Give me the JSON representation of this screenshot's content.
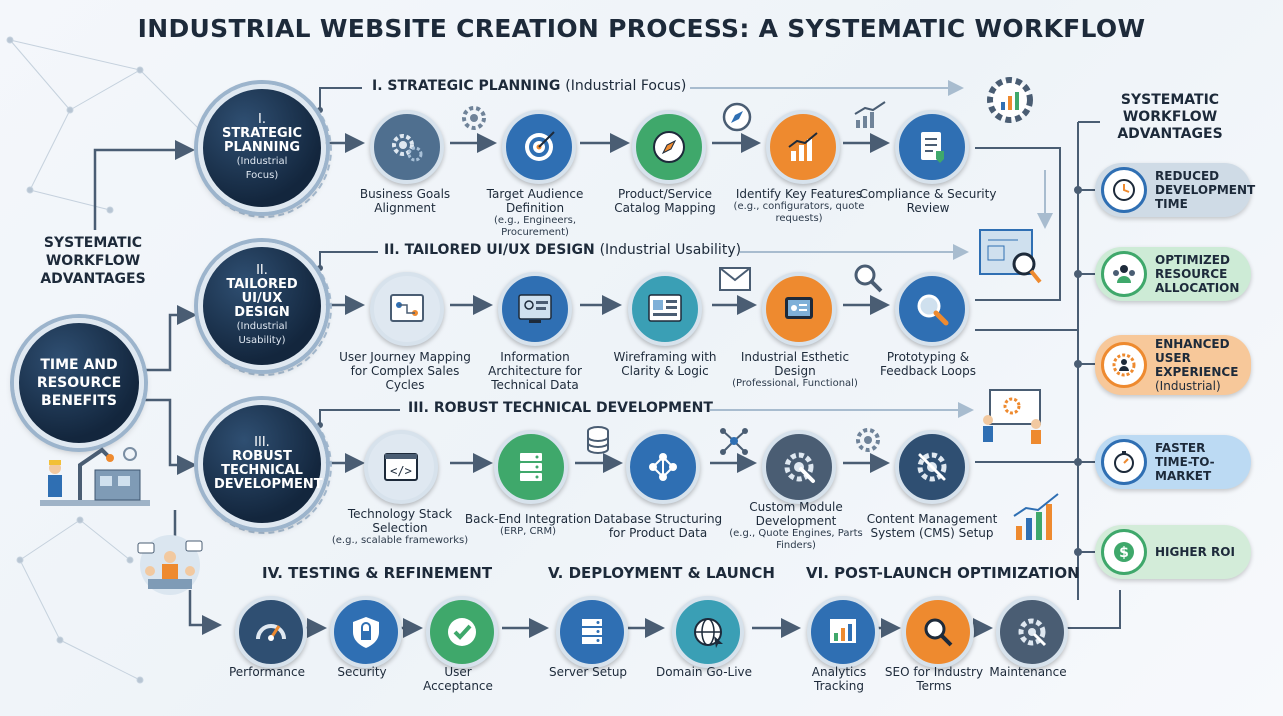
{
  "title": "INDUSTRIAL WEBSITE CREATION PROCESS: A SYSTEMATIC WORKFLOW",
  "left_panel": {
    "advantages_label": "SYSTEMATIC WORKFLOW ADVANTAGES",
    "time_resource": "TIME AND RESOURCE BENEFITS"
  },
  "phases": [
    {
      "num": "I.",
      "name": "STRATEGIC PLANNING",
      "sub": "(Industrial Focus)",
      "header_bold": "I. STRATEGIC PLANNING",
      "header_light": "(Industrial Focus)",
      "steps": [
        {
          "label": "Business Goals Alignment",
          "note": "",
          "icon": "gears-icon"
        },
        {
          "label": "Target Audience Definition",
          "note": "(e.g., Engineers, Procurement)",
          "icon": "target-icon"
        },
        {
          "label": "Product/Service Catalog Mapping",
          "note": "",
          "icon": "compass-icon"
        },
        {
          "label": "Identify Key Features",
          "note": "(e.g., configurators, quote requests)",
          "icon": "bar-chart-icon"
        },
        {
          "label": "Compliance & Security Review",
          "note": "",
          "icon": "checklist-icon"
        }
      ]
    },
    {
      "num": "II.",
      "name": "TAILORED UI/UX DESIGN",
      "sub": "(Industrial Usability)",
      "header_bold": "II. TAILORED UI/UX DESIGN",
      "header_light": "(Industrial Usability)",
      "steps": [
        {
          "label": "User Journey Mapping for Complex Sales Cycles",
          "note": "",
          "icon": "journey-icon"
        },
        {
          "label": "Information Architecture for Technical Data",
          "note": "",
          "icon": "architecture-icon"
        },
        {
          "label": "Wireframing with Clarity & Logic",
          "note": "",
          "icon": "wireframe-icon"
        },
        {
          "label": "Industrial Esthetic Design",
          "note": "(Professional, Functional)",
          "icon": "tablet-icon"
        },
        {
          "label": "Prototyping & Feedback Loops",
          "note": "",
          "icon": "magnifier-icon"
        }
      ]
    },
    {
      "num": "III.",
      "name": "ROBUST TECHNICAL DEVELOPMENT",
      "sub": "",
      "header_bold": "III. ROBUST TECHNICAL DEVELOPMENT",
      "header_light": "",
      "steps": [
        {
          "label": "Technology Stack Selection",
          "note": "(e.g., scalable frameworks)",
          "icon": "code-icon"
        },
        {
          "label": "Back-End Integration",
          "note": "(ERP, CRM)",
          "icon": "server-icon"
        },
        {
          "label": "Database Structuring for Product Data",
          "note": "",
          "icon": "network-icon"
        },
        {
          "label": "Custom Module Development",
          "note": "(e.g., Quote Engines, Parts Finders)",
          "icon": "wrench-gear-icon"
        },
        {
          "label": "Content Management System (CMS) Setup",
          "note": "",
          "icon": "cms-tools-icon"
        }
      ]
    }
  ],
  "bottom_sections": [
    {
      "header": "IV. TESTING & REFINEMENT",
      "steps": [
        {
          "label": "Performance",
          "icon": "speedometer-icon"
        },
        {
          "label": "Security",
          "icon": "shield-lock-icon"
        },
        {
          "label": "User Acceptance",
          "icon": "checkmark-icon"
        }
      ]
    },
    {
      "header": "V. DEPLOYMENT & LAUNCH",
      "steps": [
        {
          "label": "Server Setup",
          "icon": "server-rack-icon"
        },
        {
          "label": "Domain Go-Live",
          "icon": "globe-icon"
        }
      ]
    },
    {
      "header": "VI. POST-LAUNCH OPTIMIZATION",
      "steps": [
        {
          "label": "Analytics Tracking",
          "icon": "analytics-icon"
        },
        {
          "label": "SEO for Industry Terms",
          "icon": "seo-search-icon"
        },
        {
          "label": "Maintenance",
          "icon": "maintenance-gear-icon"
        }
      ]
    }
  ],
  "right_panel": {
    "title": "SYSTEMATIC WORKFLOW ADVANTAGES",
    "cards": [
      {
        "label": "REDUCED DEVELOPMENT TIME",
        "sub": "",
        "icon": "clock-icon",
        "color": "#cfdbe6"
      },
      {
        "label": "OPTIMIZED RESOURCE ALLOCATION",
        "sub": "",
        "icon": "team-icon",
        "color": "#cdebd6"
      },
      {
        "label": "ENHANCED USER EXPERIENCE",
        "sub": "(Industrial)",
        "icon": "user-gear-icon",
        "color": "#f7c89a"
      },
      {
        "label": "FASTER TIME-TO-MARKET",
        "sub": "",
        "icon": "stopwatch-icon",
        "color": "#bcdaf3"
      },
      {
        "label": "HIGHER ROI",
        "sub": "",
        "icon": "dollar-icon",
        "color": "#d3ecd9"
      }
    ]
  },
  "colors": {
    "navy": "#13263d",
    "blue": "#2f6fb3",
    "green": "#3fa86b",
    "orange": "#ee8a2f",
    "teal": "#3a9fb5",
    "wire": "#4a5d73"
  }
}
